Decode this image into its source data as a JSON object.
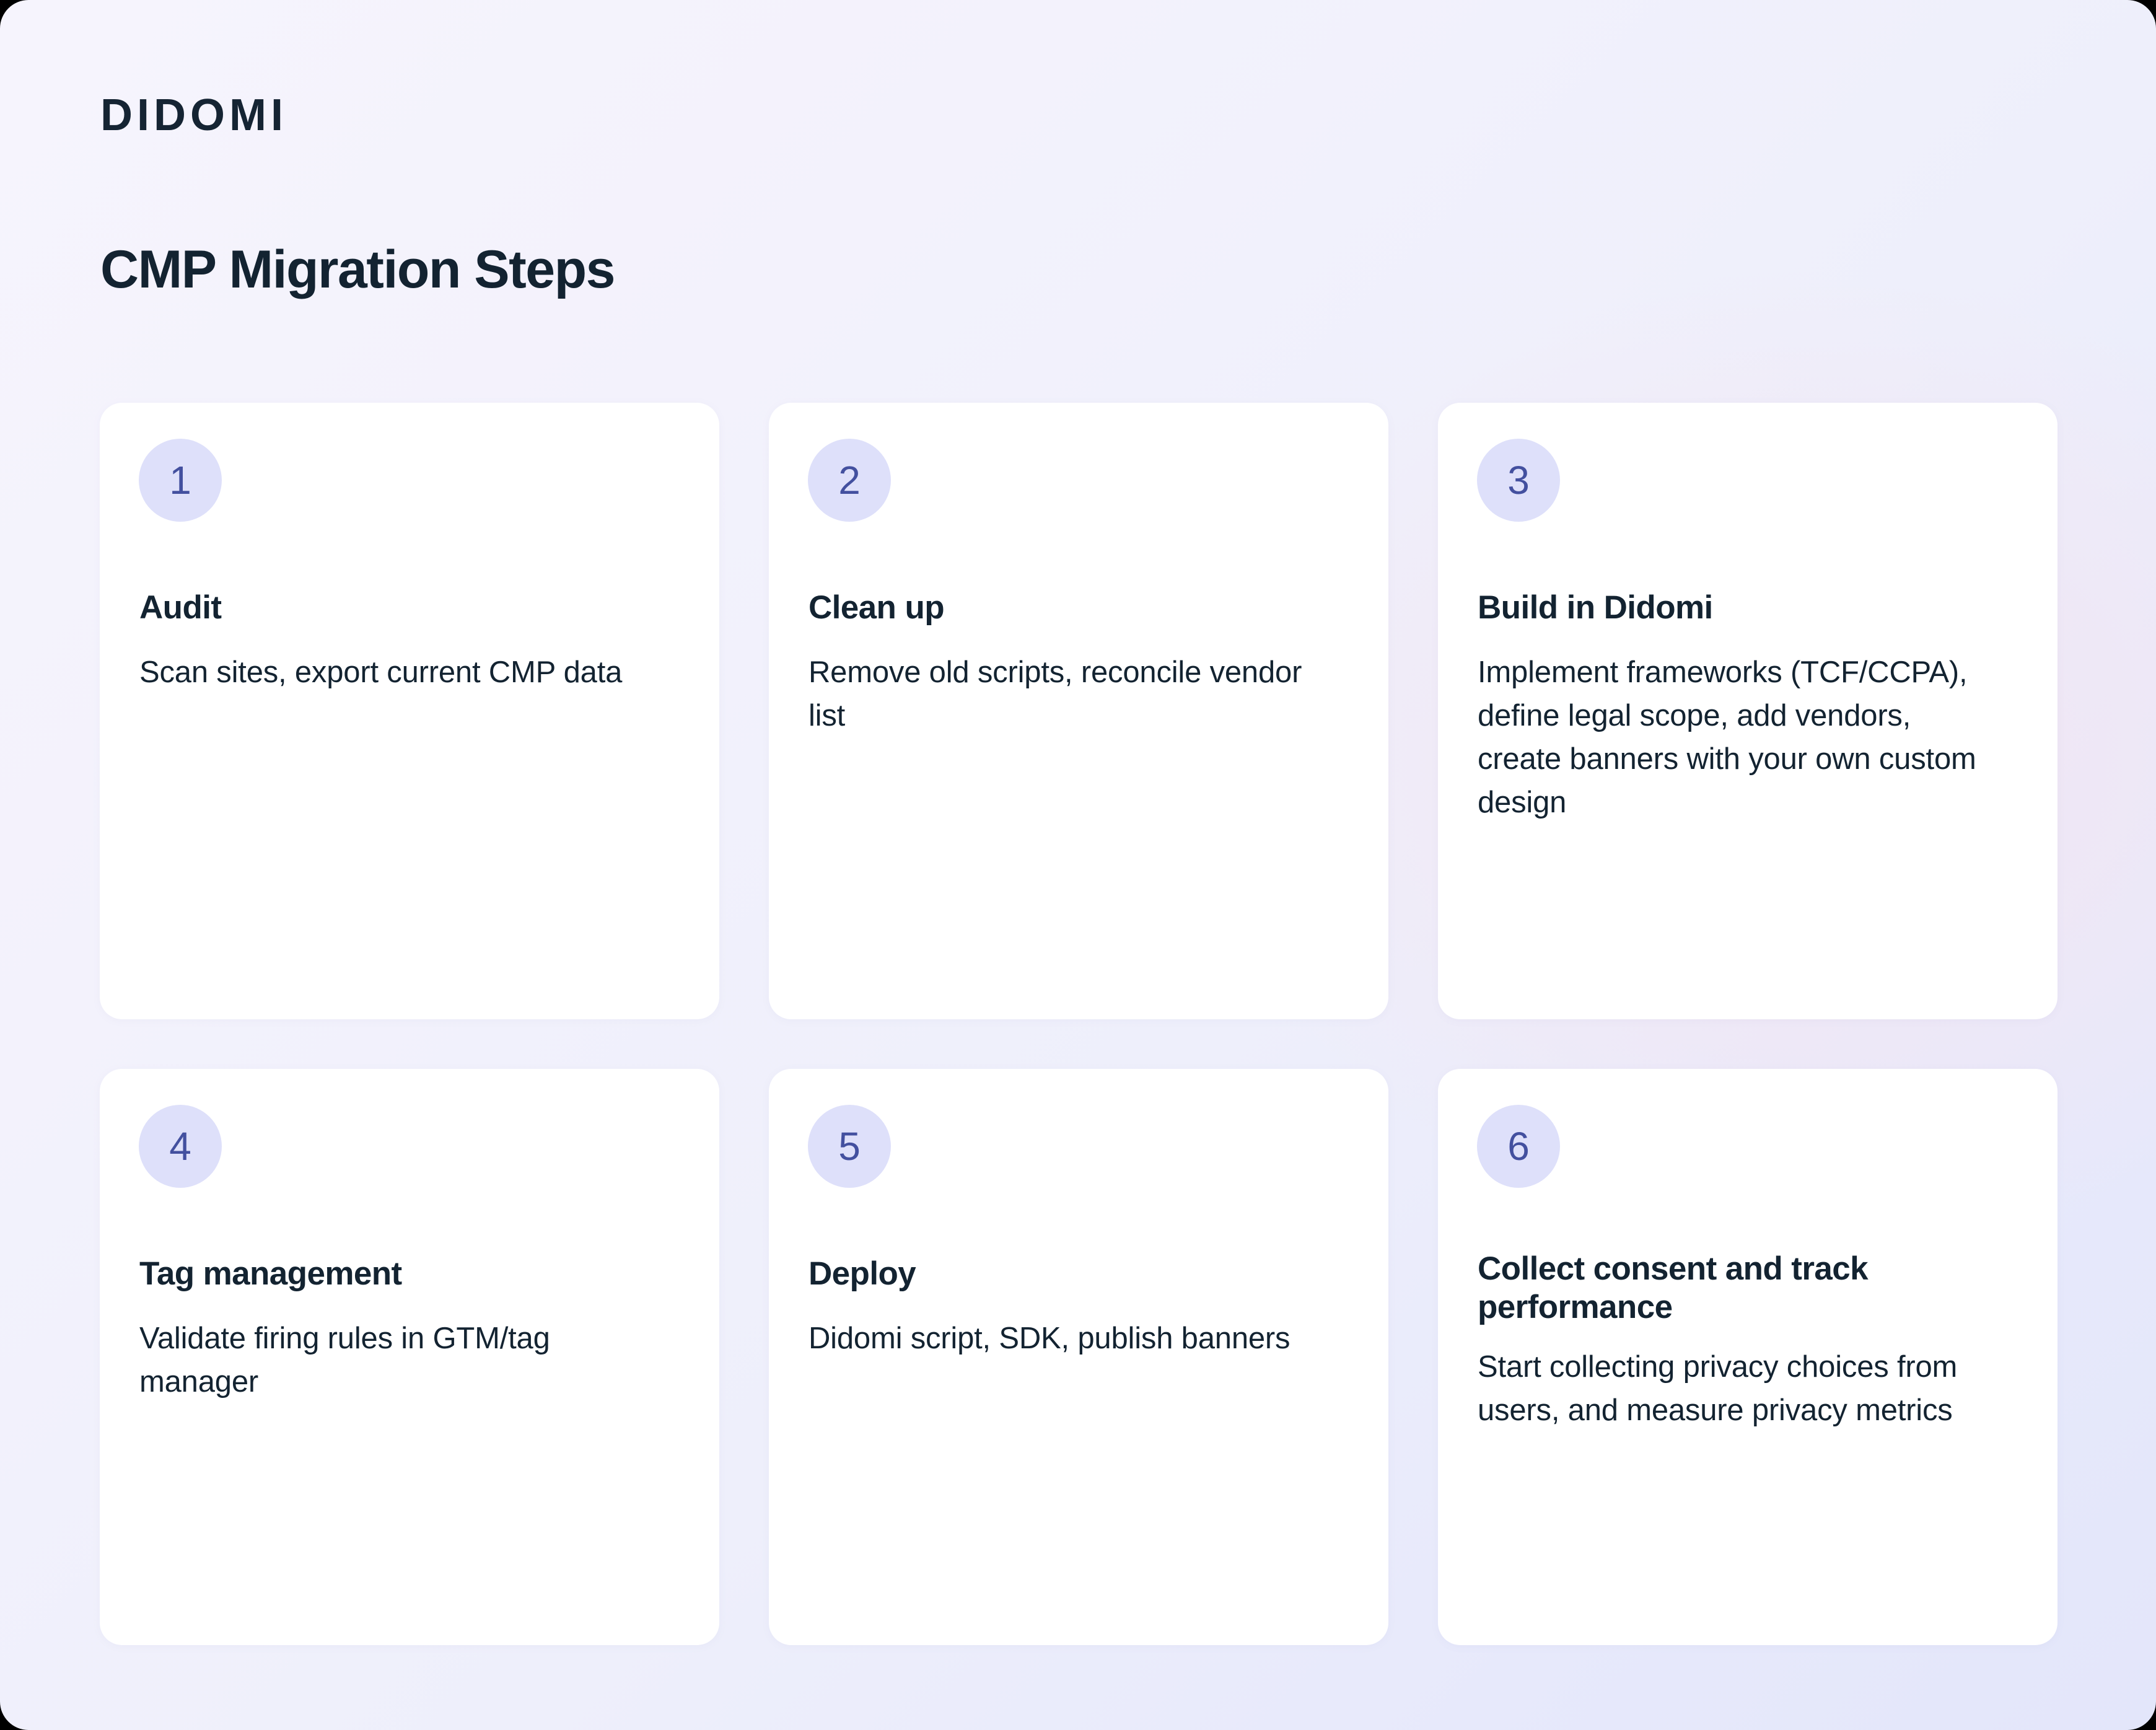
{
  "brand": {
    "logo_text": "DIDOMI",
    "logo_color": "#152433"
  },
  "header": {
    "title": "CMP Migration Steps"
  },
  "theme": {
    "card_background": "#ffffff",
    "badge_background": "#dee0fa",
    "badge_text_color": "#43509f",
    "text_color": "#132331",
    "page_gradient_start": "#f6f4fd",
    "page_gradient_end": "#e3e6fa"
  },
  "steps": [
    {
      "number": "1",
      "title": "Audit",
      "description": "Scan sites, export current CMP data"
    },
    {
      "number": "2",
      "title": "Clean up",
      "description": "Remove old scripts, reconcile vendor list"
    },
    {
      "number": "3",
      "title": "Build in Didomi",
      "description": "Implement frameworks (TCF/CCPA), define legal scope, add vendors, create banners with your own custom design"
    },
    {
      "number": "4",
      "title": "Tag management",
      "description": "Validate firing rules in GTM/tag manager"
    },
    {
      "number": "5",
      "title": "Deploy",
      "description": "Didomi script, SDK, publish banners"
    },
    {
      "number": "6",
      "title": "Collect consent and track performance",
      "description": "Start collecting privacy choices from users, and measure privacy metrics"
    }
  ]
}
